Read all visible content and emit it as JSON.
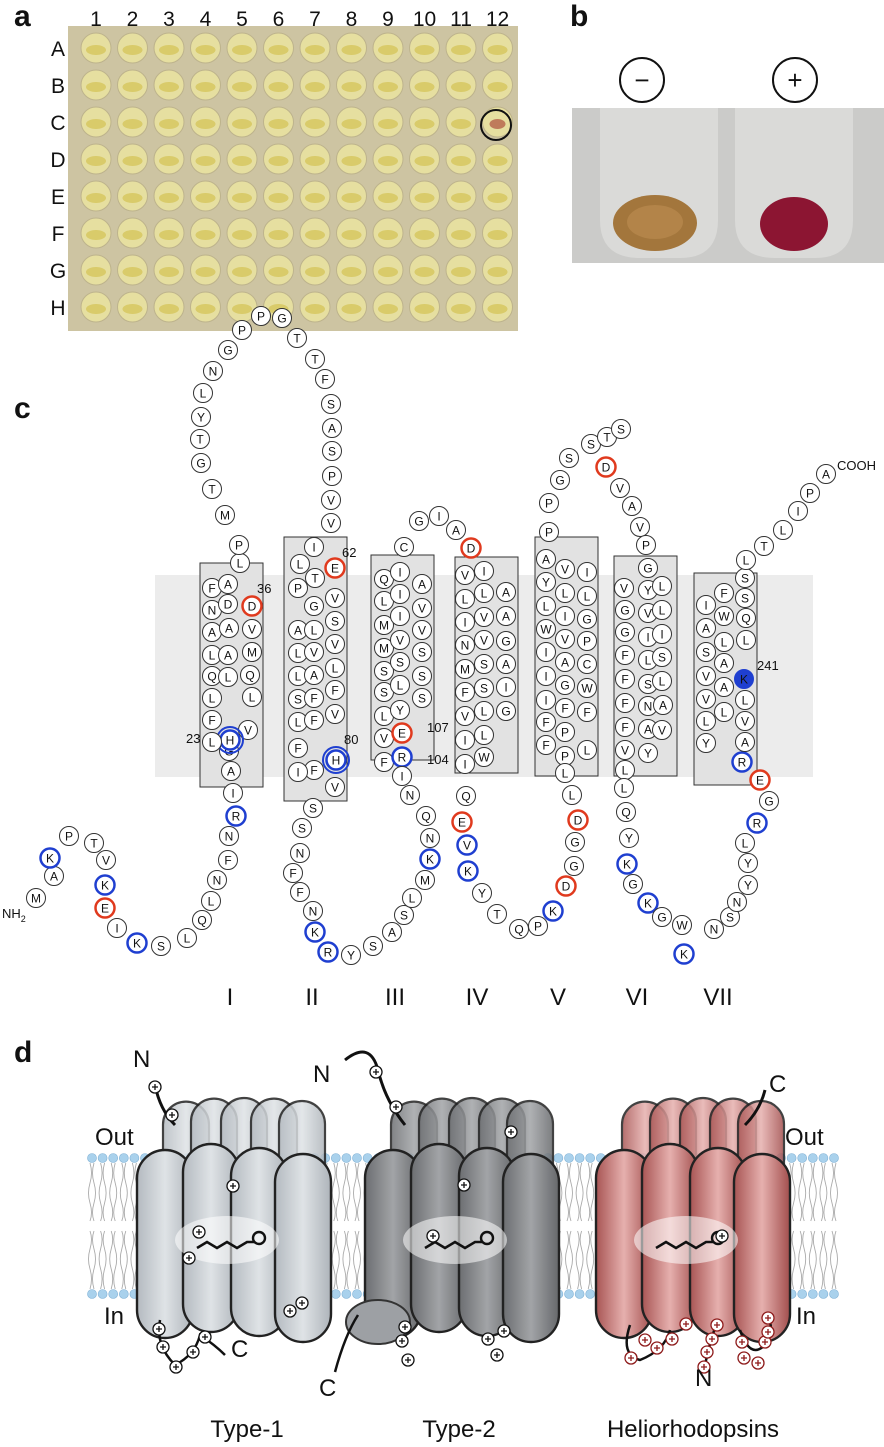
{
  "panels": {
    "a": {
      "letter": "a",
      "columns": [
        "1",
        "2",
        "3",
        "4",
        "5",
        "6",
        "7",
        "8",
        "9",
        "10",
        "11",
        "12"
      ],
      "rows": [
        "A",
        "B",
        "C",
        "D",
        "E",
        "F",
        "G",
        "H"
      ],
      "highlighted_well": "C12",
      "colors": {
        "plate": "#cfc6a4",
        "well": "#e6dfa0",
        "well_yellow": "#d6c55c",
        "hit": "#b5614a"
      }
    },
    "b": {
      "letter": "b",
      "minus_label": "−",
      "plus_label": "+",
      "colors": {
        "minus_pellet": "#a4763a",
        "plus_pellet": "#8e1733",
        "tube": "#cfcfcd"
      }
    },
    "c": {
      "letter": "c",
      "nh2": "NH",
      "nh2_sub": "2",
      "cooh": "COOH",
      "helix_labels": [
        "I",
        "II",
        "III",
        "IV",
        "V",
        "VI",
        "VII"
      ],
      "numbers": {
        "n36": "36",
        "n62": "62",
        "n23": "23",
        "n80": "80",
        "n107": "107",
        "n104": "104",
        "n241": "241"
      },
      "colors": {
        "acidic": "#e03a1e",
        "basic": "#1f3fd0",
        "membrane": "#ececec",
        "helix": "#e2e2e2"
      }
    },
    "d": {
      "letter": "d",
      "out_left": "Out",
      "in_left": "In",
      "out_right": "Out",
      "in_right": "In",
      "type1": {
        "title": "Type-1",
        "n": "N",
        "c": "C"
      },
      "type2": {
        "title": "Type-2",
        "n": "N",
        "c": "C"
      },
      "helio": {
        "title": "Heliorhodopsins",
        "n": "N",
        "c": "C"
      },
      "colors": {
        "type1": "#c9ced3",
        "type2": "#7d7f82",
        "helio": "#c06a68",
        "head": "#a9d1ec"
      }
    }
  }
}
